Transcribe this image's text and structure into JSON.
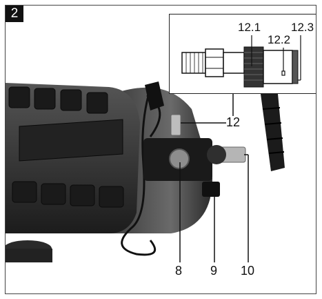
{
  "figure": {
    "number": "2"
  },
  "callouts": {
    "c8": "8",
    "c9": "9",
    "c10": "10",
    "c12": "12",
    "c12_1": "12.1",
    "c12_2": "12.2",
    "c12_3": "12.3"
  },
  "colors": {
    "body_dark": "#2c2c2c",
    "body_mid": "#4a4a4a",
    "cable": "#111111",
    "frame": "#444444"
  }
}
